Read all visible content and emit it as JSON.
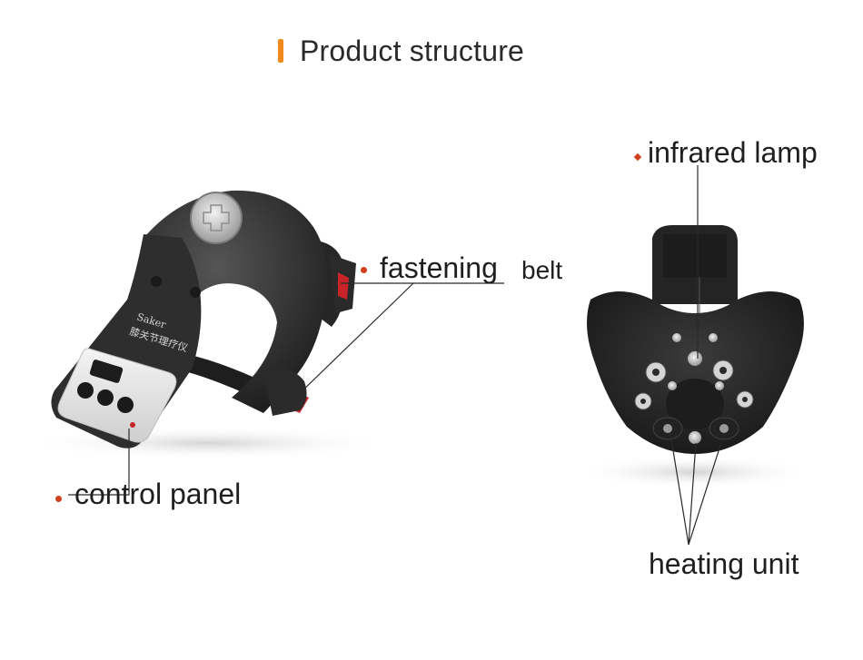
{
  "header": {
    "title": "Product structure",
    "accent_color": "#f08a1c"
  },
  "labels": {
    "fastening_a": "fastening",
    "fastening_b": "belt",
    "infrared": "infrared lamp",
    "control": "control panel",
    "heating": "heating unit"
  },
  "device": {
    "brand_line": "Saker",
    "product_line": "膝关节理疗仪"
  },
  "colors": {
    "marker": "#d0401f",
    "device_body": "#3a3a3a",
    "strap_accent": "#c8242a"
  }
}
